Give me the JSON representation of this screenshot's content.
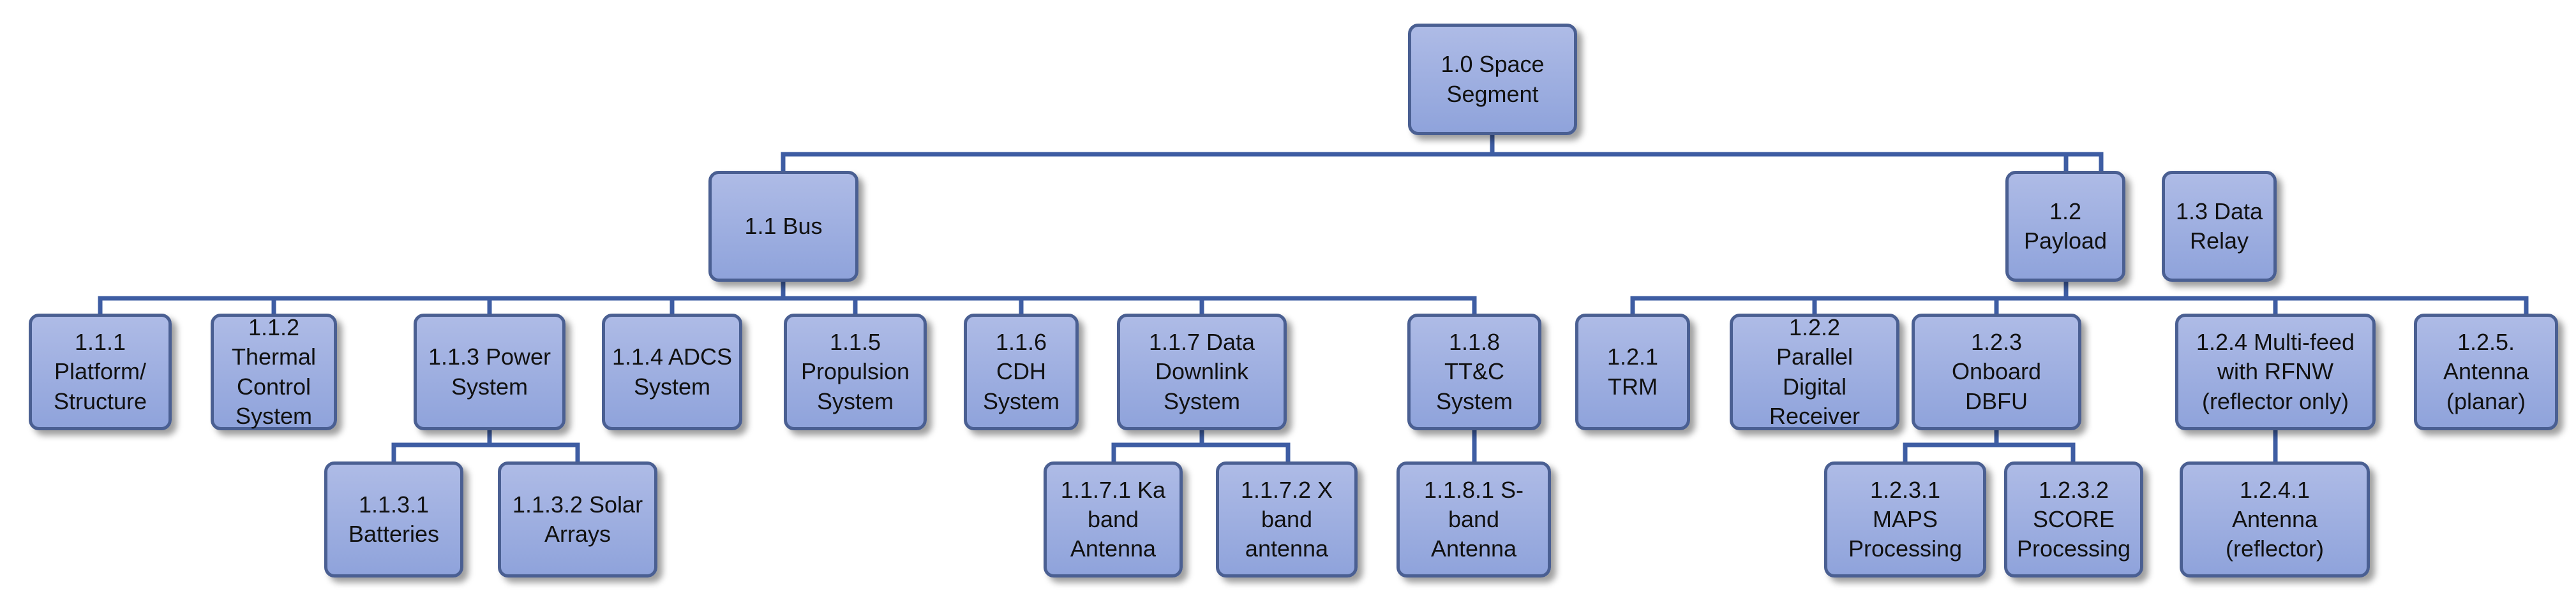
{
  "colors": {
    "node_fill_top": "#aebbe6",
    "node_fill_bottom": "#8fa3db",
    "node_border": "#4a5f92",
    "connector": "#3e5da3"
  },
  "diagram": {
    "root": {
      "label": "1.0 Space\nSegment"
    },
    "bus": {
      "label": "1.1 Bus",
      "children": [
        {
          "label": "1.1.1\nPlatform/\nStructure"
        },
        {
          "label": "1.1.2\nThermal\nControl\nSystem"
        },
        {
          "label": "1.1.3 Power\nSystem"
        },
        {
          "label": "1.1.4 ADCS\nSystem"
        },
        {
          "label": "1.1.5\nPropulsion\nSystem"
        },
        {
          "label": "1.1.6\nCDH\nSystem"
        },
        {
          "label": "1.1.7 Data\nDownlink\nSystem"
        },
        {
          "label": "1.1.8\nTT&C\nSystem"
        }
      ],
      "power_children": [
        {
          "label": "1.1.3.1\nBatteries"
        },
        {
          "label": "1.1.3.2 Solar\nArrays"
        }
      ],
      "downlink_children": [
        {
          "label": "1.1.7.1 Ka\nband\nAntenna"
        },
        {
          "label": "1.1.7.2 X\nband\nantenna"
        }
      ],
      "ttc_children": [
        {
          "label": "1.1.8.1 S-\nband\nAntenna"
        }
      ]
    },
    "payload": {
      "label": "1.2\nPayload",
      "children": [
        {
          "label": "1.2.1\nTRM"
        },
        {
          "label": "1.2.2\nParallel\nDigital\nReceiver"
        },
        {
          "label": "1.2.3\nOnboard\nDBFU"
        },
        {
          "label": "1.2.4 Multi-feed\nwith RFNW\n(reflector only)"
        },
        {
          "label": "1.2.5.\nAntenna\n(planar)"
        }
      ],
      "dbfu_children": [
        {
          "label": "1.2.3.1\nMAPS\nProcessing"
        },
        {
          "label": "1.2.3.2\nSCORE\nProcessing"
        }
      ],
      "rfnw_children": [
        {
          "label": "1.2.4.1\nAntenna\n(reflector)"
        }
      ]
    },
    "data_relay": {
      "label": "1.3 Data\nRelay"
    }
  }
}
